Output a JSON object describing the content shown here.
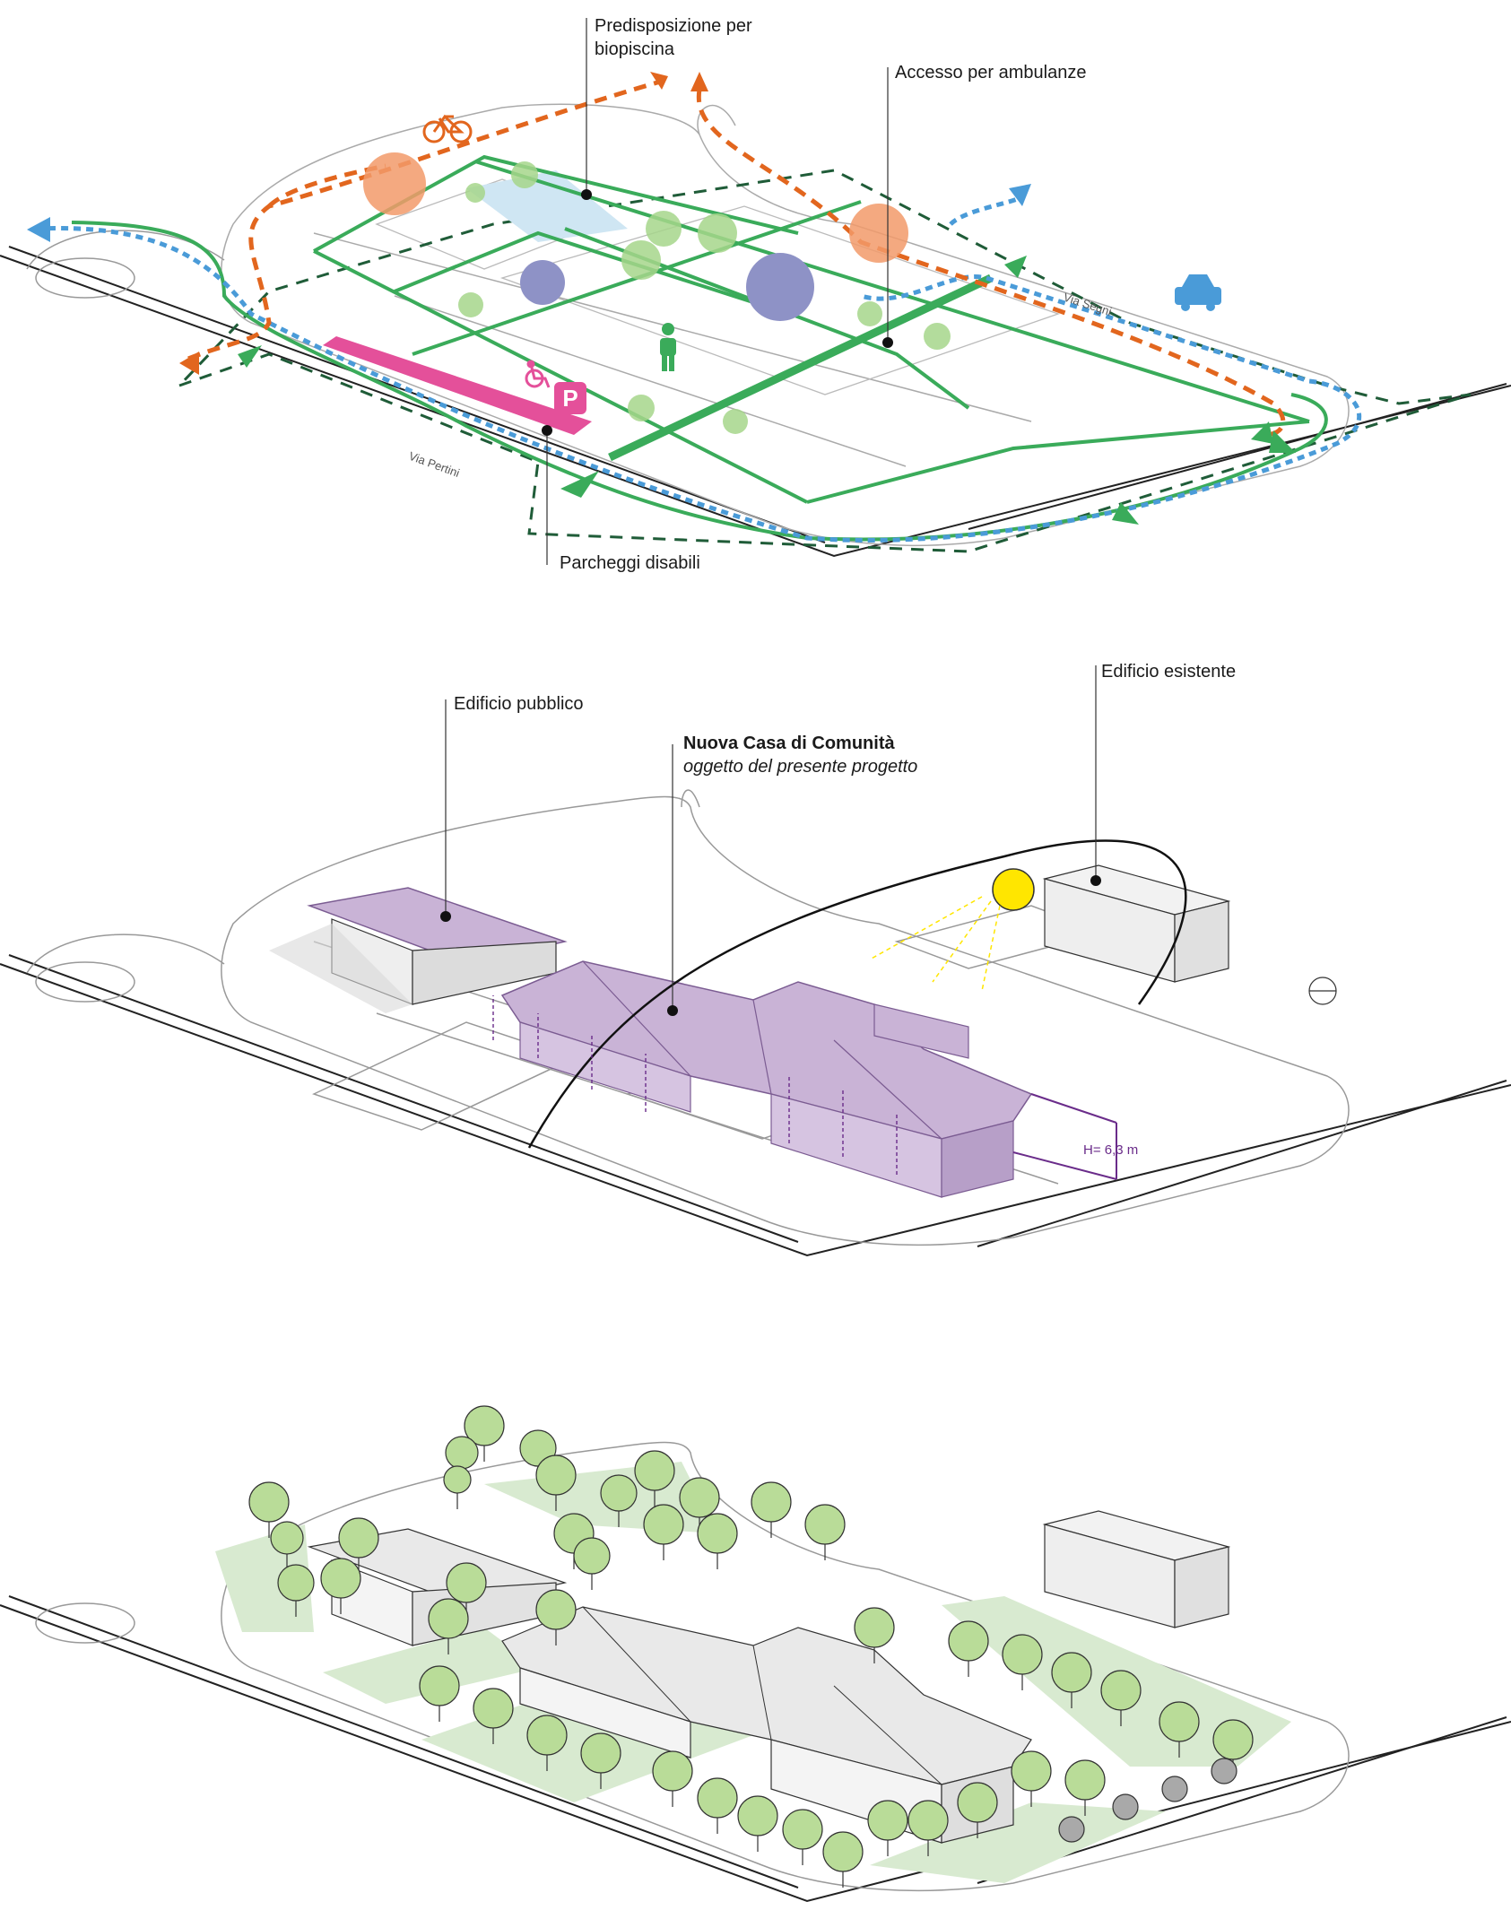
{
  "diagram1": {
    "labels": {
      "biopool_line1": "Predisposizione per",
      "biopool_line2": "biopiscina",
      "ambulance": "Accesso per ambulanze",
      "disabled_parking": "Parcheggi disabili",
      "street_west": "Via Pertini",
      "street_east": "Via Segni"
    },
    "icons": {
      "bicycle": "bicycle-icon",
      "car": "car-icon",
      "pedestrian": "pedestrian-icon",
      "wheelchair": "wheelchair-icon",
      "parking": "P"
    },
    "colors": {
      "pedestrian_path": "#3aab5a",
      "cycle_path": "#e2661e",
      "vehicle_path": "#4a9bd8",
      "boundary": "#1f5c38",
      "parking": "#e4509a",
      "poolwater": "#cfe6f3",
      "tree": "#a6d68b",
      "tree_large": "#8e92c6",
      "node_orange": "#f29a6a"
    }
  },
  "diagram2": {
    "labels": {
      "public_building": "Edificio pubblico",
      "existing_building": "Edificio esistente",
      "project_title": "Nuova Casa di Comunità",
      "project_subtitle": "oggetto del presente progetto",
      "height": "H= 6,3 m"
    },
    "colors": {
      "building": "#c9b3d6",
      "building_stroke": "#7b5c92",
      "sun": "#ffe600",
      "dimension": "#6a2c8a"
    }
  },
  "diagram3": {
    "colors": {
      "grass": "#d8ead0",
      "tree": "#b9dc98",
      "tree_existing": "#a9a9a9",
      "roof": "#e9e9e9"
    }
  }
}
